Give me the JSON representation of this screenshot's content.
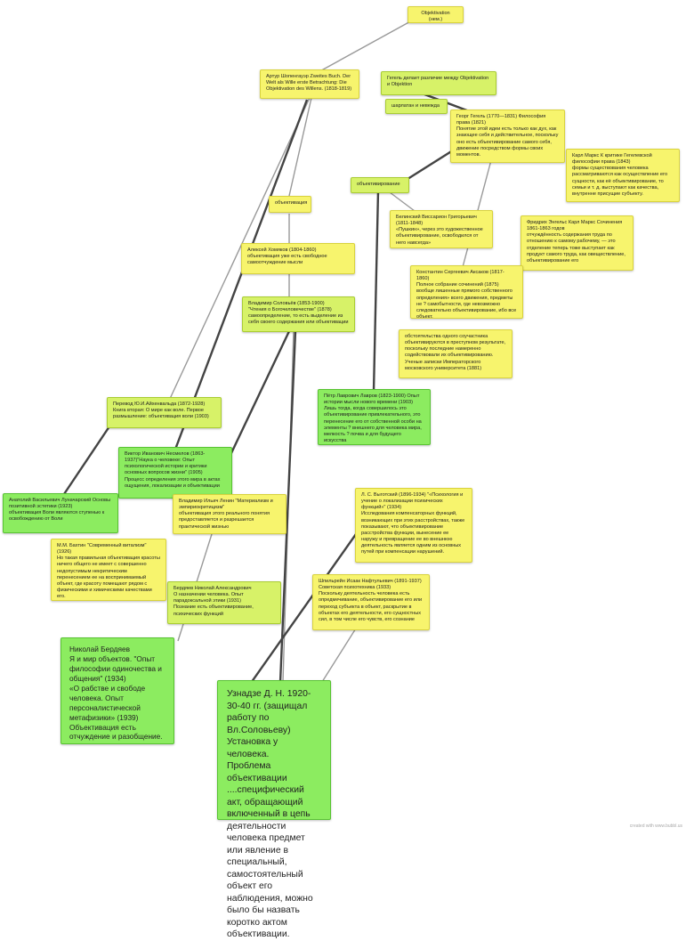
{
  "nodes": {
    "objektivation": "Objektivation (нем.)",
    "schopenhauer": "Артур Шопенгауэр Zweites Buch. Der Welt als Wille erste Betrachtung: Die Objektivation des Willens. (1818-1819)",
    "hegel_diff": "Гегель делает различие между Objektivation и Objektion",
    "sharlatan": "шарлатан и невежда",
    "hegel": "Георг Гегель (1770—1831) Философия права (1821)\nПонятие этой идеи есть только как дух, как знающее себя и действительное, поскольку оно есть объективирование самого себя, движение посредством формы своих моментов.",
    "marx": "Карл Маркс К критике Гегелевской философии права (1843)\nформы существования человека рассматриваются как осуществление его сущности, как её объективирование, то семьи и т. д. выступают как качества, внутренне присущие субъекту.",
    "objektivirovanie": "объективирование",
    "obektivatsiya": "объективация",
    "belinsky": "Белинский Виссарион Григорьевич (1811-1848)\n«Пушкин», через это художественное объективирование, освободился от него навсегда»",
    "engels": "Фридрих Энгельс Карл Маркс Сочинения 1861-1863 годов\nотчуждённость содержания труда по отношению к самому рабочему, — это отделение теперь тоже выступает как продукт самого труда, как овеществление, объективирование его",
    "khomyakov": "Алексей Хомяков (1804-1860)\nобъективация уже есть свободное самоотчуждение мысли",
    "aksakov": "Константин Сергеевич Аксаков (1817-1860)\nПолное собрание сочинений (1875)\nвообще лишенные прямого собственного определения» всего движения, предметы не ? самобытности, где невозможно следовательно объективирование, ибо все объект.",
    "solovyov": "Владимир Соловьёв (1853-1900)\n\"Чтения о Богочеловечестве\" (1878)\nсамоопределение, то есть выделение из себя своего содержания или объективации",
    "zapiski": "обстоятельства одного соучастника объективируются в преступном результате, поскольку последние намеренно содействовали их объективированию.\nУченые записки Императорского московского университета (1881)",
    "lavrov": "Пётр Лаврович Лавров (1823-1900) Опыт истории мысли нового времени (1903)\nЛишь тогда, когда совершилось это объективирование привлекательного, это перенесение его от собственной особи на элементы ? внешнего для человека мира, мелкость ? почва и для будущего искусства",
    "aikhenvald": "Перевод Ю.И.Айхенвальда (1872-1928)\nКнига вторая: О мире как воле. Первое размышление: объективация воли (1903)",
    "neskemov": "Виктор Иванович Несмелов (1863-1937)\"Наука о человеке: Опыт психологической истории и критики основных вопросов жизни\" (1905)\nПроцесс определения этого мира в актах ощущения, локализации и объективации",
    "lunacharsky": "Анатолий Васильевич Луначарский Основы позитивной эстетики (1923)\nобъективация Воли являются ступенью к освобождению от Воли",
    "lenin": "Владимир Ильич Ленин \"Материализм и эмпириокритицизм\"\nобъективация этого реального понятия предоставляется и разрешается практической жизнью",
    "vygotsky": "Л. С. Выготский (1896-1934) \"«Психология и учение о локализации психических функций»\" (1934)\nИсследования компенсаторных функций, возникающих при этих расстройствах, также показывают, что объективирование расстройства функции, вынесение ее наружу и превращение ее во внешнюю деятельность является одним из основных путей при компенсации нарушений.",
    "bakhtin": "М.М. Бахтин \"Современный витализм\" (1926)\nНо такая правильная объективация красоты ничего общего не имеет с совершенно недопустимым некритическим перенесением ее на воспринимаемый объект, где красоту помещают рядом с физическими и химическими качествами его.",
    "berdyaev_small": "Бердяев Николай Александрович\nО назначении человека. Опыт парадоксальной этики (1931)\nПознание есть объективирование, психических функций",
    "shpilrein": "Шпильрейн Исаак Нафтульевич (1891-1937)\nСоветская психотехника (1933)\nПоскольку деятельность человека есть опредмечивание, объективирование его или переход субъекта в объект, раскрытие в объектах его деятельности, его сущностных сил, в том числе его чувств, его сознание",
    "berdyaev_big": "Николай Бердяев\nЯ и мир объектов. \"Опыт философии одиночества и общения\" (1934)\n«О рабстве и свободе человека. Опыт персоналистической метафизики» (1939)\nОбъективация есть отчуждение и разобщение.",
    "uznadze": "Узнадзе Д. Н. 1920-30-40 гг. (защищал работу по Вл.Соловьеву)\nУстановка у человека.\nПроблема объективации ....специфический акт, обращающий включенный в цепь деятельности человека предмет или явление в специальный, самостоятельный объект его наблюдения, можно было бы назвать коротко актом объективации."
  },
  "footer": "created with www.bubbl.us"
}
